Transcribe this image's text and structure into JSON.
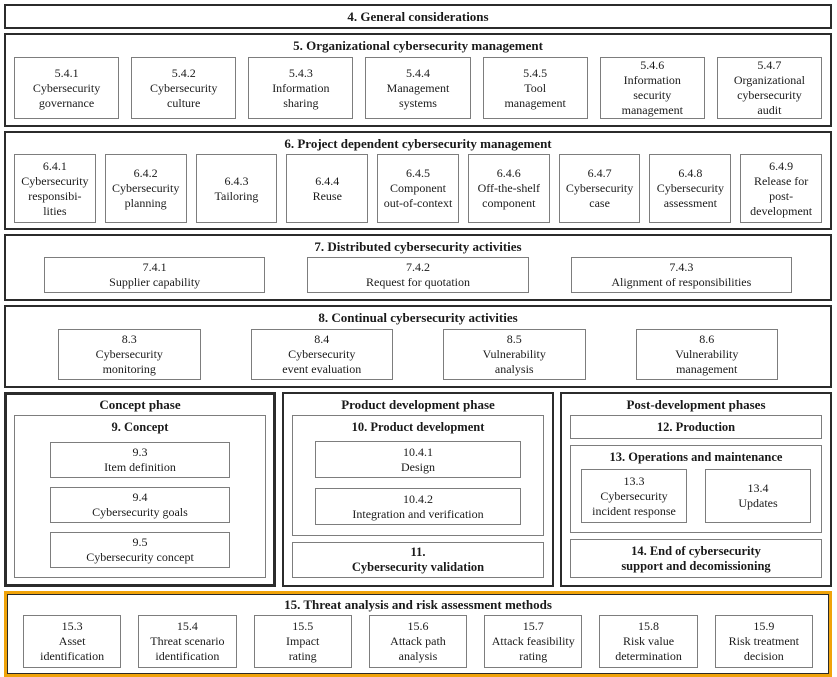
{
  "colors": {
    "accent_orange": "#F0A30A",
    "outer_border": "#2b2b2b",
    "inner_border": "#7d7d7d"
  },
  "sections": {
    "general": {
      "title": "4. General considerations"
    },
    "organizational": {
      "title": "5. Organizational cybersecurity management",
      "items": [
        {
          "num": "5.4.1",
          "name": "Cybersecurity\ngovernance"
        },
        {
          "num": "5.4.2",
          "name": "Cybersecurity\nculture"
        },
        {
          "num": "5.4.3",
          "name": "Information\nsharing"
        },
        {
          "num": "5.4.4",
          "name": "Management\nsystems"
        },
        {
          "num": "5.4.5",
          "name": "Tool\nmanagement"
        },
        {
          "num": "5.4.6",
          "name": "Information\nsecurity\nmanagement"
        },
        {
          "num": "5.4.7",
          "name": "Organizational\ncybersecurity\naudit"
        }
      ]
    },
    "project": {
      "title": "6. Project dependent cybersecurity management",
      "items": [
        {
          "num": "6.4.1",
          "name": "Cybersecurity\nresponsibi-\nlities"
        },
        {
          "num": "6.4.2",
          "name": "Cybersecurity\nplanning"
        },
        {
          "num": "6.4.3",
          "name": "Tailoring"
        },
        {
          "num": "6.4.4",
          "name": "Reuse"
        },
        {
          "num": "6.4.5",
          "name": "Component\nout-of-context"
        },
        {
          "num": "6.4.6",
          "name": "Off-the-shelf\ncomponent"
        },
        {
          "num": "6.4.7",
          "name": "Cybersecurity\ncase"
        },
        {
          "num": "6.4.8",
          "name": "Cybersecurity\nassessment"
        },
        {
          "num": "6.4.9",
          "name": "Release for\npost-\ndevelopment"
        }
      ]
    },
    "distributed": {
      "title": "7. Distributed cybersecurity activities",
      "items": [
        {
          "num": "7.4.1",
          "name": "Supplier capability"
        },
        {
          "num": "7.4.2",
          "name": "Request for quotation"
        },
        {
          "num": "7.4.3",
          "name": "Alignment of responsibilities"
        }
      ]
    },
    "continual": {
      "title": "8. Continual cybersecurity activities",
      "items": [
        {
          "num": "8.3",
          "name": "Cybersecurity\nmonitoring"
        },
        {
          "num": "8.4",
          "name": "Cybersecurity\nevent evaluation"
        },
        {
          "num": "8.5",
          "name": "Vulnerability\nanalysis"
        },
        {
          "num": "8.6",
          "name": "Vulnerability\nmanagement"
        }
      ]
    },
    "concept_phase": {
      "title": "Concept phase",
      "concept": {
        "title": "9. Concept",
        "items": [
          {
            "num": "9.3",
            "name": "Item definition"
          },
          {
            "num": "9.4",
            "name": "Cybersecurity goals"
          },
          {
            "num": "9.5",
            "name": "Cybersecurity concept"
          }
        ]
      }
    },
    "product_phase": {
      "title": "Product development phase",
      "product_development": {
        "title": "10. Product development",
        "items": [
          {
            "num": "10.4.1",
            "name": "Design"
          },
          {
            "num": "10.4.2",
            "name": "Integration and verification"
          }
        ]
      },
      "validation": {
        "title": "11.\nCybersecurity validation"
      }
    },
    "post_phase": {
      "title": "Post-development phases",
      "production": {
        "title": "12. Production"
      },
      "operations": {
        "title": "13. Operations and maintenance",
        "items": [
          {
            "num": "13.3",
            "name": "Cybersecurity\nincident response"
          },
          {
            "num": "13.4",
            "name": "Updates"
          }
        ]
      },
      "end_of_support": {
        "title": "14. End of cybersecurity\nsupport and decomissioning"
      }
    },
    "tara": {
      "title": "15. Threat analysis and risk assessment methods",
      "items": [
        {
          "num": "15.3",
          "name": "Asset\nidentification"
        },
        {
          "num": "15.4",
          "name": "Threat scenario\nidentification"
        },
        {
          "num": "15.5",
          "name": "Impact\nrating"
        },
        {
          "num": "15.6",
          "name": "Attack path\nanalysis"
        },
        {
          "num": "15.7",
          "name": "Attack feasibility\nrating"
        },
        {
          "num": "15.8",
          "name": "Risk value\ndetermination"
        },
        {
          "num": "15.9",
          "name": "Risk treatment\ndecision"
        }
      ]
    }
  }
}
